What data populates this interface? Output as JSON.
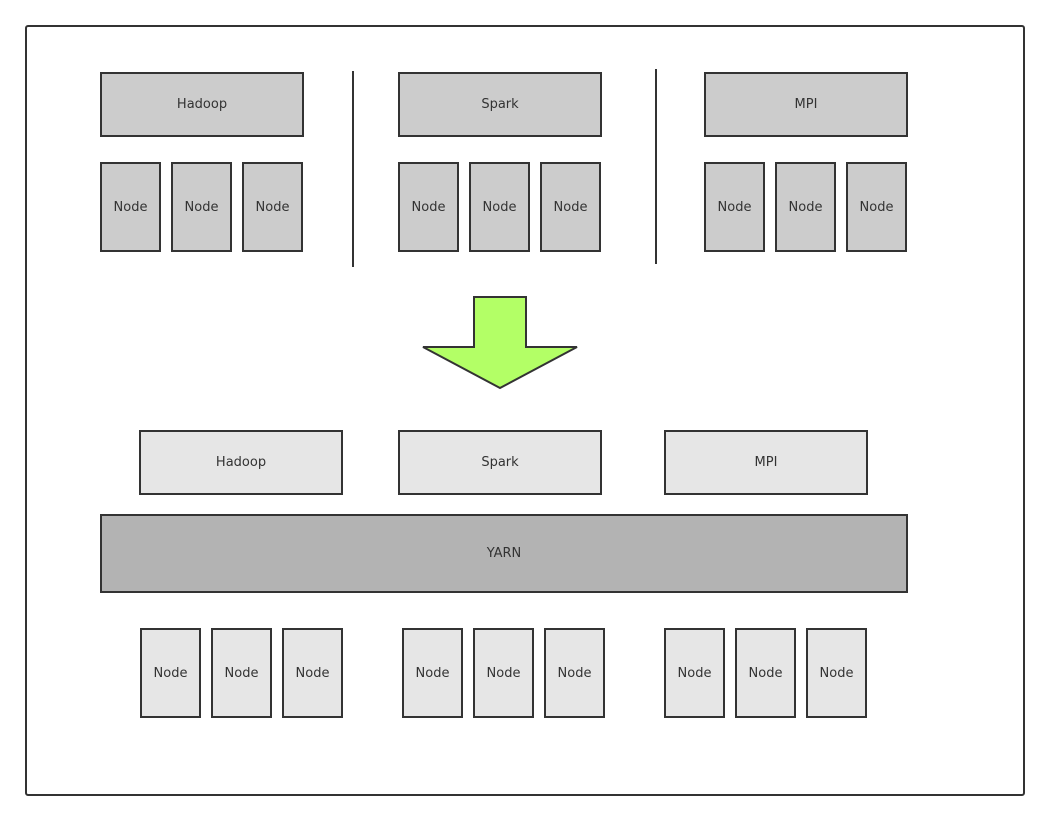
{
  "before": {
    "frameworks": [
      {
        "label": "Hadoop",
        "nodes": [
          "Node",
          "Node",
          "Node"
        ]
      },
      {
        "label": "Spark",
        "nodes": [
          "Node",
          "Node",
          "Node"
        ]
      },
      {
        "label": "MPI",
        "nodes": [
          "Node",
          "Node",
          "Node"
        ]
      }
    ]
  },
  "after": {
    "frameworks": [
      "Hadoop",
      "Spark",
      "MPI"
    ],
    "platform": "YARN",
    "node_groups": [
      [
        "Node",
        "Node",
        "Node"
      ],
      [
        "Node",
        "Node",
        "Node"
      ],
      [
        "Node",
        "Node",
        "Node"
      ]
    ]
  },
  "colors": {
    "arrow_fill": "#b3ff66",
    "box_border": "#333333",
    "box_dark": "#cccccc",
    "box_light": "#e6e6e6",
    "yarn": "#b3b3b3"
  }
}
